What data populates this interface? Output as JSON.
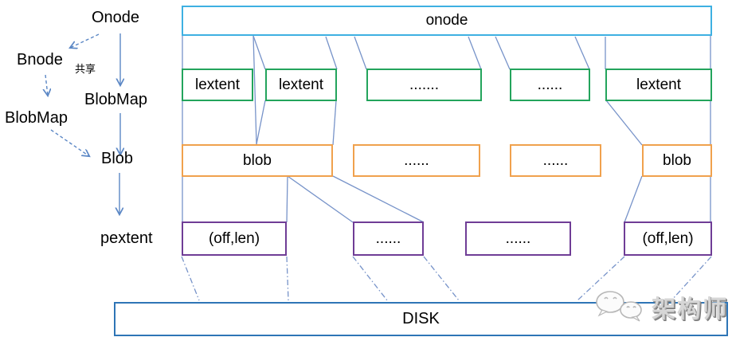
{
  "colors": {
    "onode_border": "#3EB0E2",
    "lextent_border": "#23A45C",
    "blob_border": "#F0A14D",
    "pextent_border": "#6F3D96",
    "disk_border": "#2E75B6",
    "connector": "#7793C9",
    "arrow": "#5B87C5",
    "text": "#000000",
    "watermark": "#D6D6D6"
  },
  "left_panel": {
    "onode": "Onode",
    "bnode": "Bnode",
    "bnode_note": "共享",
    "blobmap_right": "BlobMap",
    "blobmap_left": "BlobMap",
    "blob": "Blob",
    "pextent": "pextent"
  },
  "main": {
    "onode": "onode",
    "lextent_row": [
      "lextent",
      "lextent",
      ".......",
      "......",
      "lextent"
    ],
    "blob_row": [
      "blob",
      "......",
      "......",
      "blob"
    ],
    "pextent_row": [
      "(off,len)",
      "......",
      "......",
      "(off,len)"
    ],
    "disk": "DISK"
  },
  "watermark": {
    "icon": "wechat-bubbles-icon",
    "text": "架构师"
  }
}
